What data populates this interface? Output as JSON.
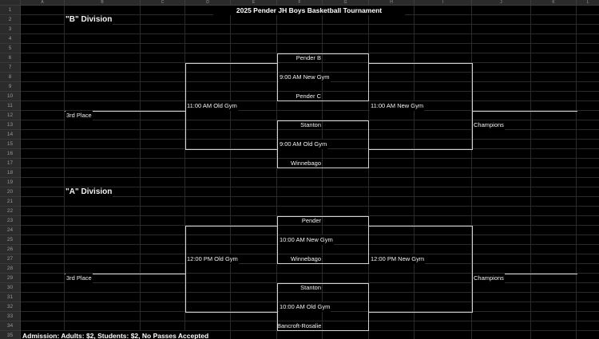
{
  "title": "2025 Pender JH Boys Basketball Tournament",
  "footer": {
    "admission": "Admission: Adults: $2, Students: $2, No Passes Accepted"
  },
  "grid": {
    "column_letters": [
      "A",
      "B",
      "C",
      "D",
      "E",
      "F",
      "G",
      "H",
      "I",
      "J",
      "K",
      "L"
    ],
    "row_numbers": [
      "1",
      "2",
      "3",
      "4",
      "5",
      "6",
      "7",
      "8",
      "9",
      "10",
      "11",
      "12",
      "13",
      "14",
      "15",
      "16",
      "17",
      "18",
      "19",
      "20",
      "21",
      "22",
      "23",
      "24",
      "25",
      "26",
      "27",
      "28",
      "29",
      "30",
      "31",
      "32",
      "33",
      "34",
      "35"
    ]
  },
  "divisions": {
    "b": {
      "label": "\"B\" Division",
      "semifinal_top": {
        "team1": "Pender B",
        "time": "9:00 AM New Gym",
        "team2": "Pender C"
      },
      "semifinal_bottom": {
        "team1": "Stanton",
        "time": "9:00 AM Old Gym",
        "team2": "Winnebago"
      },
      "third_place_time": "11:00 AM Old Gym",
      "final_time": "11:00 AM New Gym",
      "third_place_label": "3rd Place",
      "champions_label": "Champions"
    },
    "a": {
      "label": "\"A\" Division",
      "semifinal_top": {
        "team1": "Pender",
        "time": "10:00 AM New Gym",
        "team2": "Winnebago"
      },
      "semifinal_bottom": {
        "team1": "Stanton",
        "time": "10:00 AM Old Gym",
        "team2": "Bancroft-Rosalie"
      },
      "third_place_time": "12:00 PM Old Gym",
      "final_time": "12:00 PM New Gym",
      "third_place_label": "3rd Place",
      "champions_label": "Champions"
    }
  },
  "colors": {
    "background": "#000000",
    "header_background": "#2b2b2b",
    "header_text": "#989898",
    "gridline": "#2b2b2b",
    "bracket_line": "#d4d4d4",
    "text": "#f2f2f2"
  }
}
